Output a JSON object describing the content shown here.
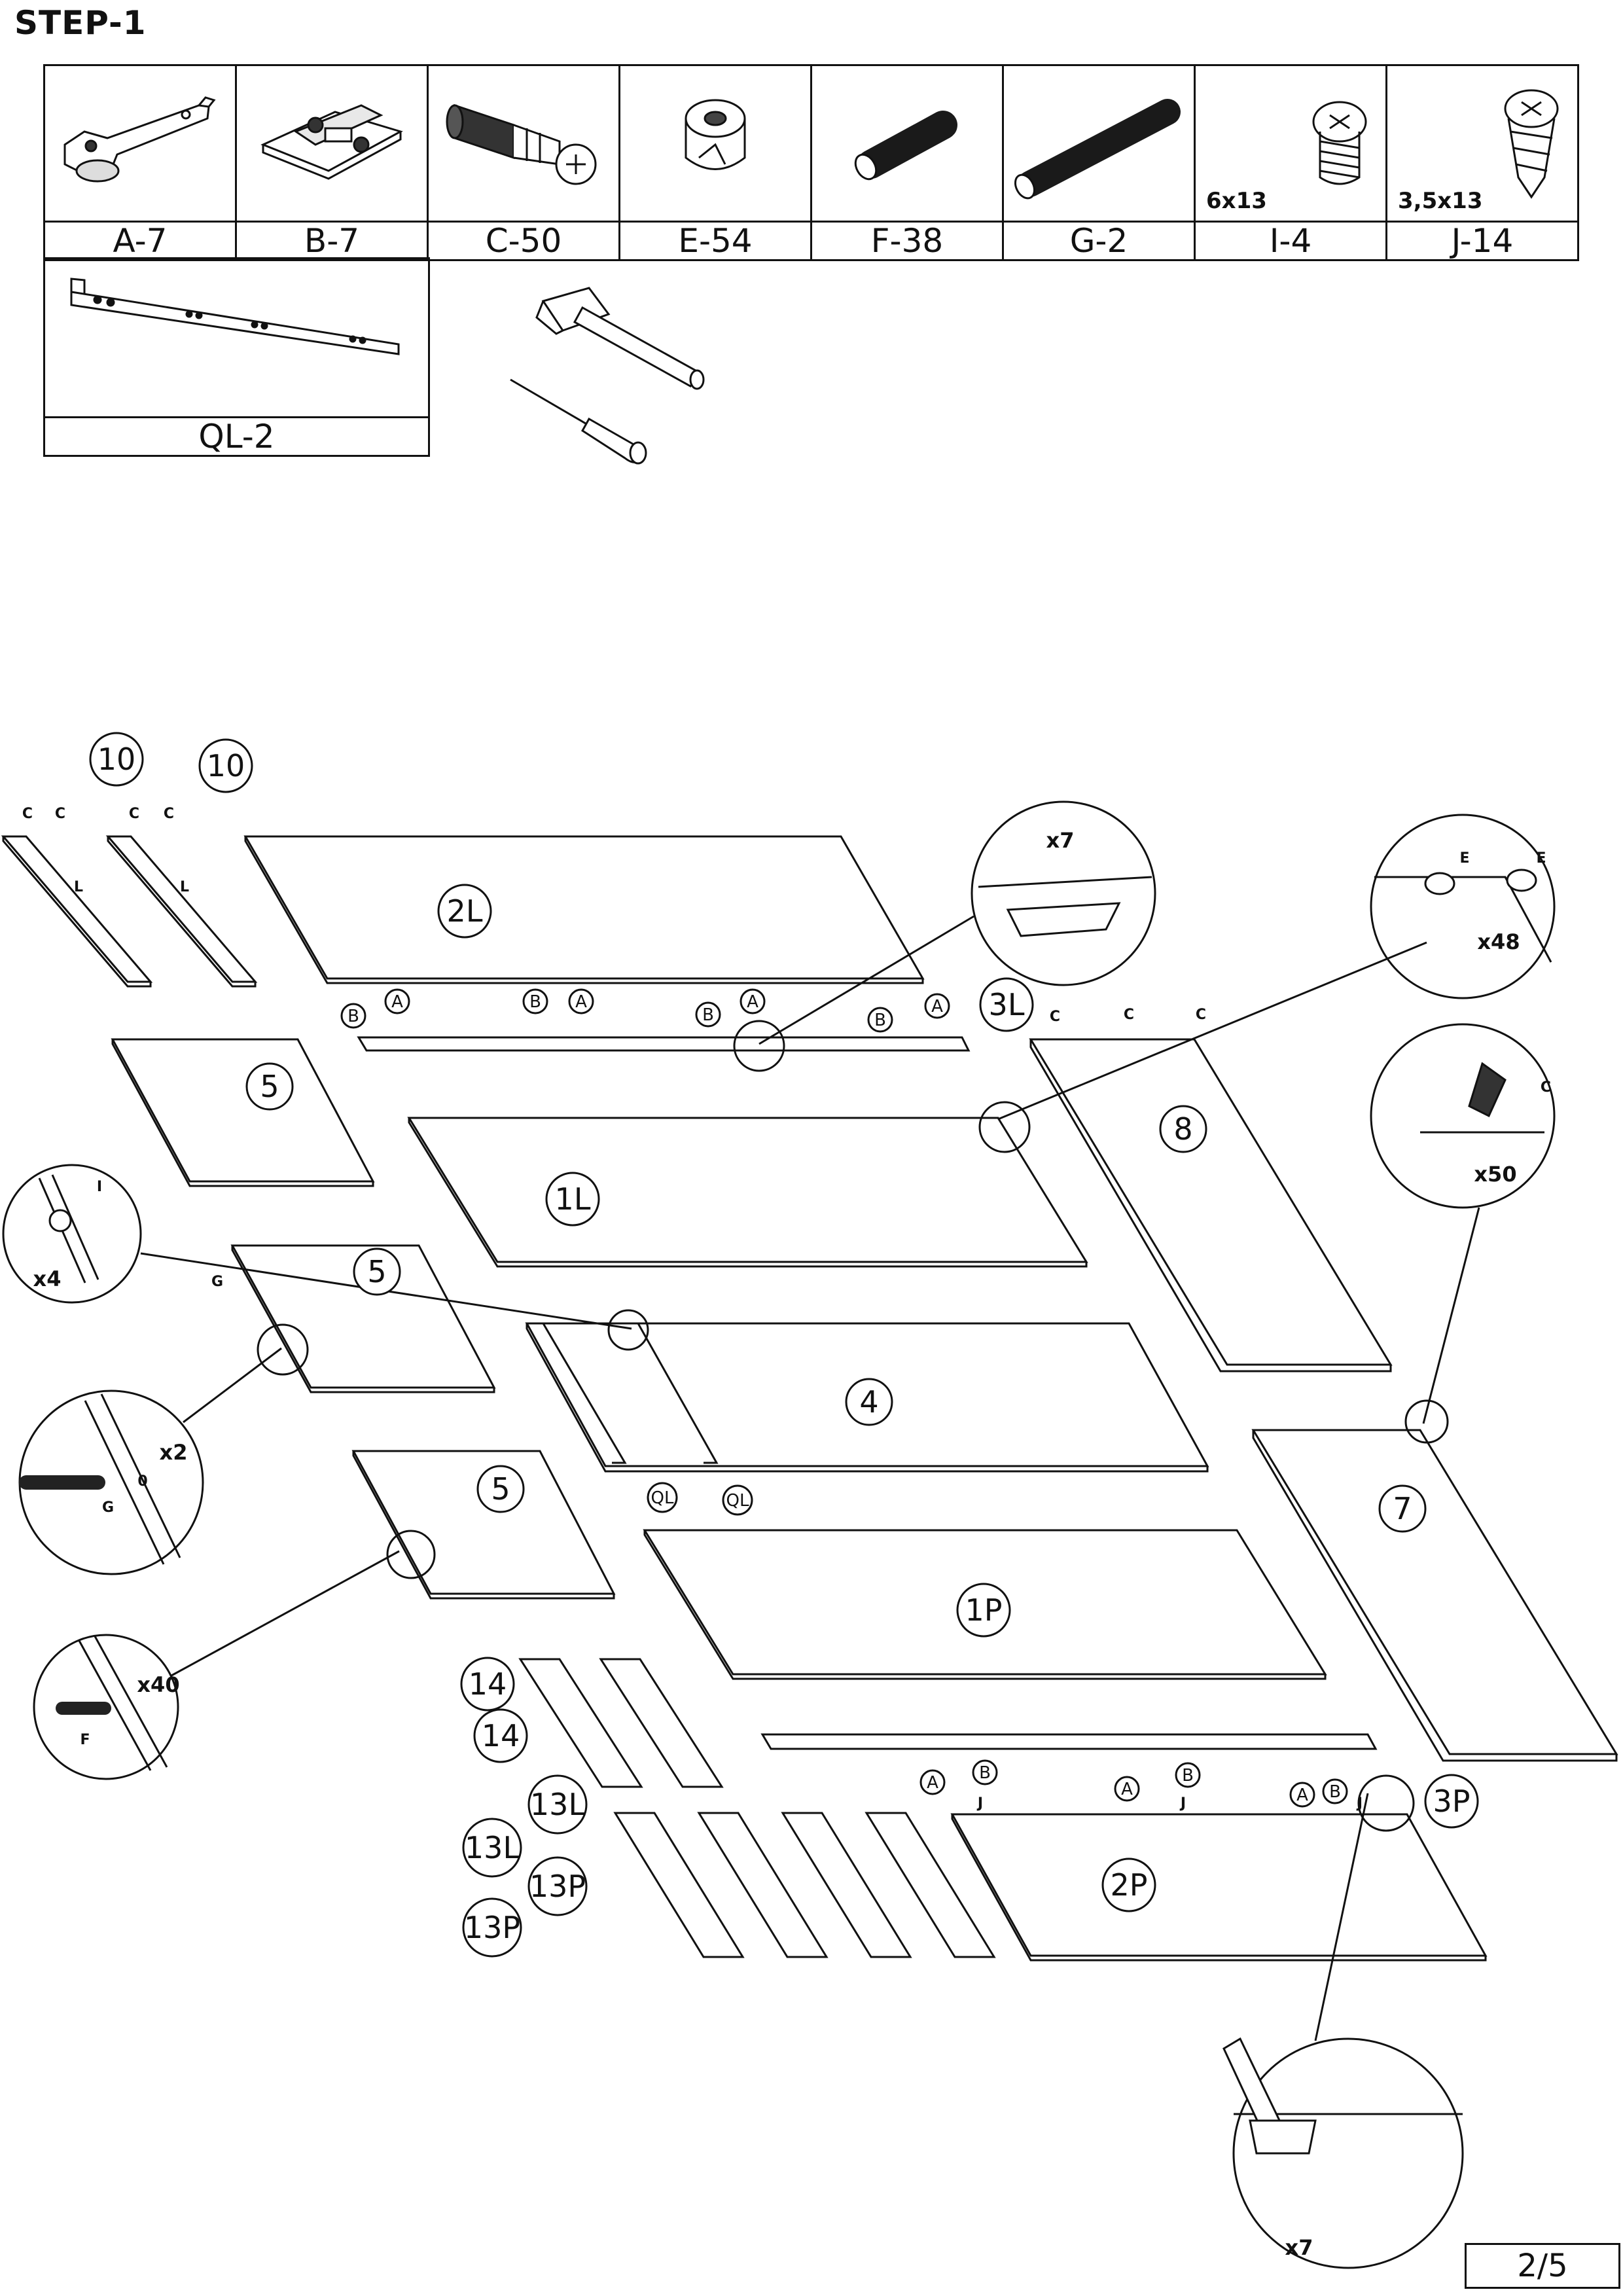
{
  "step_title": "STEP-1",
  "parts": [
    {
      "label": "A-7",
      "icon": "hinge-icon",
      "size": ""
    },
    {
      "label": "B-7",
      "icon": "hinge-plate-icon",
      "size": ""
    },
    {
      "label": "C-50",
      "icon": "cam-bolt-icon",
      "size": ""
    },
    {
      "label": "E-54",
      "icon": "cam-lock-icon",
      "size": ""
    },
    {
      "label": "F-38",
      "icon": "short-dowel-icon",
      "size": ""
    },
    {
      "label": "G-2",
      "icon": "long-dowel-icon",
      "size": ""
    },
    {
      "label": "I-4",
      "icon": "screw-icon",
      "size": "6x13"
    },
    {
      "label": "J-14",
      "icon": "wood-screw-icon",
      "size": "3,5x13"
    }
  ],
  "rail": {
    "label": "QL-2",
    "icon": "drawer-rail-icon"
  },
  "tools": [
    "hammer-icon",
    "screwdriver-icon"
  ],
  "panels": [
    "10",
    "10",
    "2L",
    "3L",
    "5",
    "1L",
    "8",
    "5",
    "4",
    "5",
    "7",
    "1P",
    "14",
    "14",
    "13L",
    "13L",
    "13P",
    "13P",
    "3P",
    "2P"
  ],
  "callouts": {
    "top_hinge": "x7",
    "cam_lock": "x48",
    "cam_bolt": "x50",
    "screw_i": "x4",
    "dowel_g": "x2",
    "dowel_f": "x40",
    "bottom_hinge": "x7"
  },
  "markers": {
    "A": "A",
    "B": "B",
    "C": "C",
    "E": "E",
    "F": "F",
    "G": "G",
    "I": "I",
    "J": "J",
    "L": "L",
    "QL": "QL",
    "zero": "0"
  },
  "page": "2/5"
}
